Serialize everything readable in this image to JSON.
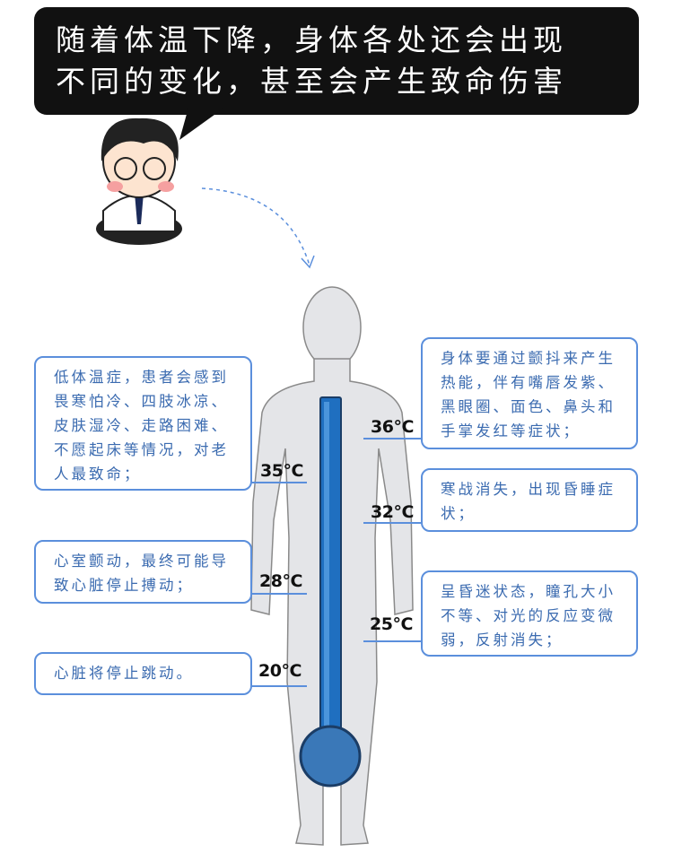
{
  "banner": {
    "line1": "随着体温下降，身体各处还会出现",
    "line2": "不同的变化，甚至会产生致命伤害"
  },
  "stages": [
    {
      "temp": "36°C",
      "text": "身体要通过颤抖来产生热能，伴有嘴唇发紫、黑眼圈、面色、鼻头和手掌发红等症状；"
    },
    {
      "temp": "35°C",
      "text": "低体温症，患者会感到畏寒怕冷、四肢冰凉、皮肤湿冷、走路困难、不愿起床等情况，对老人最致命；"
    },
    {
      "temp": "32°C",
      "text": "寒战消失，出现昏睡症状；"
    },
    {
      "temp": "28°C",
      "text": "心室颤动，最终可能导致心脏停止搏动；"
    },
    {
      "temp": "25°C",
      "text": "呈昏迷状态，瞳孔大小不等、对光的反应变微弱，反射消失；"
    },
    {
      "temp": "20°C",
      "text": "心脏将停止跳动。"
    }
  ],
  "colors": {
    "accent": "#5b8fdc",
    "text": "#3b6bb0",
    "thermo": "#1f6fc0"
  }
}
